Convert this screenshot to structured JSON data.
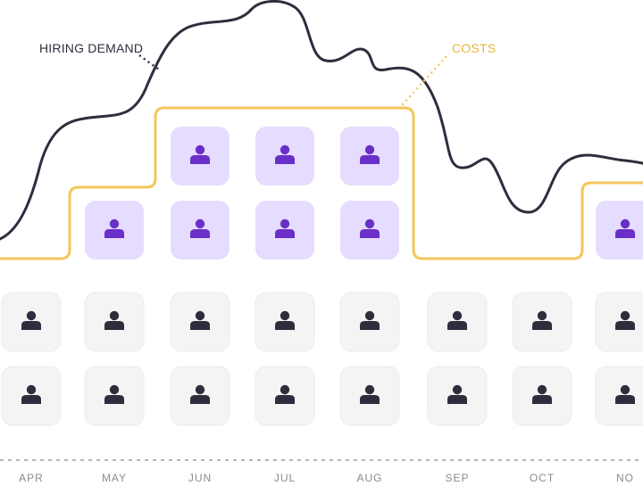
{
  "labels": {
    "demand": "HIRING DEMAND",
    "costs": "COSTS"
  },
  "months": [
    "APR",
    "MAY",
    "JUN",
    "JUL",
    "AUG",
    "SEP",
    "OCT",
    "NO"
  ],
  "icons": {
    "person": "person-icon"
  },
  "colors": {
    "demand_line": "#2f2d3d",
    "costs_line": "#f2c65a",
    "costs_label": "#e8b73a",
    "contractor_tile": "#e6dcff",
    "contractor_person": "#6a2fc8",
    "staff_tile": "#f4f4f4",
    "staff_person": "#2f2d3d",
    "axis": "#9a9aa2"
  }
}
